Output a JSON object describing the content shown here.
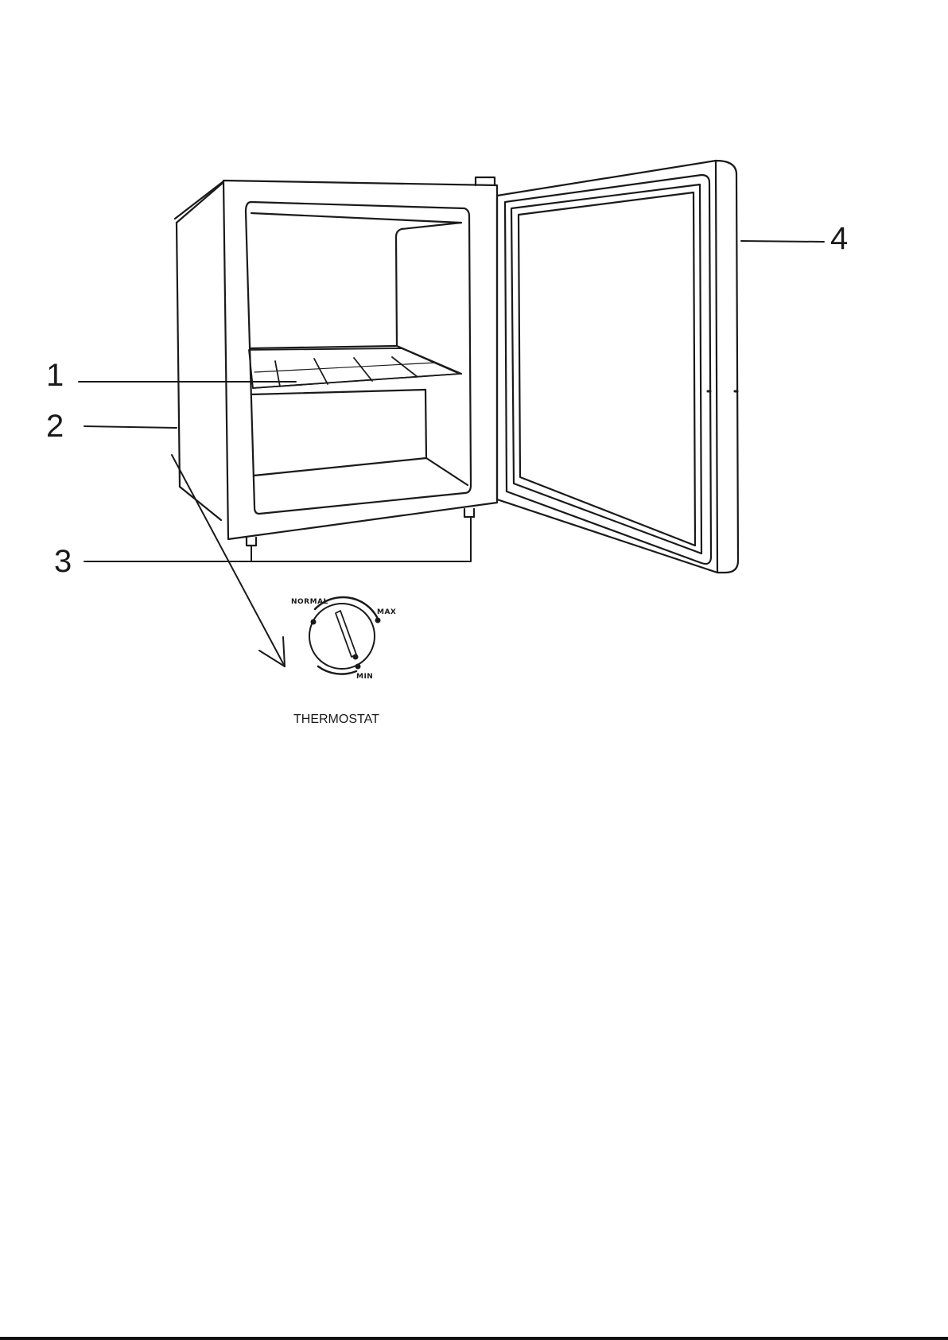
{
  "callouts": {
    "shelf": "1",
    "cabinet": "2",
    "feet": "3",
    "door": "4"
  },
  "thermostat": {
    "caption": "THERMOSTAT",
    "normal": "NORMAL",
    "max": "MAX",
    "min": "MIN"
  },
  "colors": {
    "ink": "#1a1a1a",
    "background": "#ffffff"
  }
}
